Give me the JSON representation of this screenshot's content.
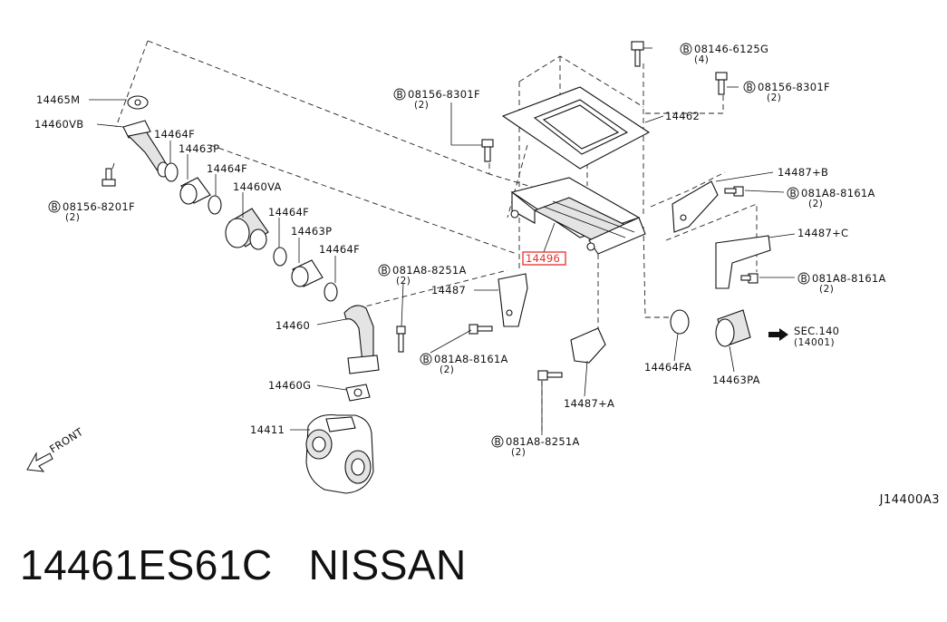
{
  "footer": {
    "part_number": "14461ES61C",
    "brand": "NISSAN"
  },
  "diagram_code": "J14400A3",
  "highlight_color": "#e8302a",
  "callouts": {
    "p14465M": "14465M",
    "p14460VB": "14460VB",
    "p14464F_1": "14464F",
    "p14463P_1": "14463P",
    "p14464F_2": "14464F",
    "p14460VA": "14460VA",
    "p14464F_3": "14464F",
    "p14463P_2": "14463P",
    "p14464F_4": "14464F",
    "p14460": "14460",
    "p14460G": "14460G",
    "p14411": "14411",
    "p14487": "14487",
    "p14496": "14496",
    "p14462": "14462",
    "p14487B": "14487+B",
    "p14487C": "14487+C",
    "p14487A": "14487+A",
    "p14464FA": "14464FA",
    "p14463PA": "14463PA",
    "sec": "SEC.140",
    "sec_ref": "(14001)",
    "front": "FRONT"
  },
  "bolts": {
    "b1": {
      "code": "08146-6125G",
      "qty": "(4)"
    },
    "b2": {
      "code": "08156-8301F",
      "qty": "(2)"
    },
    "b3": {
      "code": "08156-8301F",
      "qty": "(2)"
    },
    "b4": {
      "code": "08156-8201F",
      "qty": "(2)"
    },
    "b5": {
      "code": "081A8-8161A",
      "qty": "(2)"
    },
    "b6": {
      "code": "081A8-8161A",
      "qty": "(2)"
    },
    "b7": {
      "code": "081A8-8251A",
      "qty": "(2)"
    },
    "b8": {
      "code": "081A8-8161A",
      "qty": "(2)"
    },
    "b9": {
      "code": "081A8-8251A",
      "qty": "(2)"
    },
    "prefix": "B"
  }
}
